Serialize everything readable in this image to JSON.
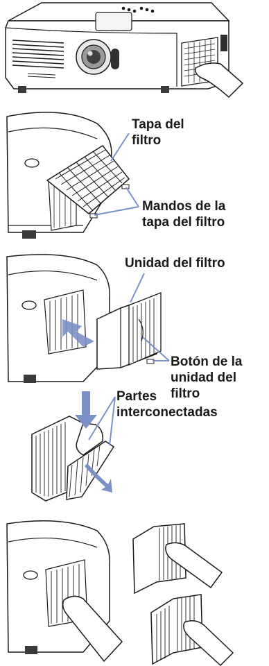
{
  "step2": {
    "cover_label_l1": "Tapa del",
    "cover_label_l2": "filtro",
    "knobs_label_l1": "Mandos de la",
    "knobs_label_l2": "tapa del filtro"
  },
  "step3": {
    "unit_label": "Unidad del filtro",
    "button_label_l1": "Botón de la",
    "button_label_l2": "unidad del",
    "button_label_l3": "filtro"
  },
  "step4": {
    "parts_label_l1": "Partes",
    "parts_label_l2": "interconectadas"
  },
  "colors": {
    "callout_line": "#7b90c7",
    "arrow": "#7b90c7",
    "outline": "#1a1a1a"
  }
}
